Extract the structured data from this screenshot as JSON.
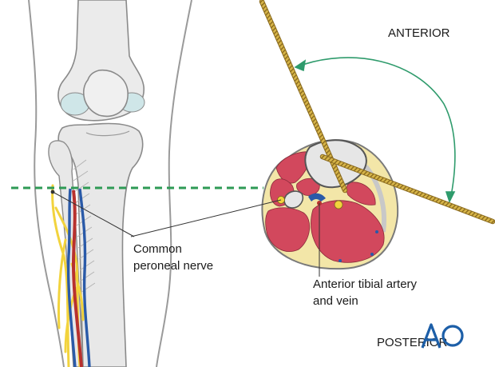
{
  "labels": {
    "anterior": "ANTERIOR",
    "posterior": "POSTERIOR",
    "common_peroneal_nerve": [
      "Common",
      "peroneal nerve"
    ],
    "anterior_tibial_artery_vein": [
      "Anterior tibial artery",
      "and vein"
    ]
  },
  "logo": {
    "text": "AO",
    "color": "#1d5fa8"
  },
  "colors": {
    "bone_fill": "#e6e6e6",
    "bone_outline": "#8a8a8a",
    "cartilage": "#cfe6e8",
    "muscle": "#d2485d",
    "fat": "#f3e6a8",
    "nerve": "#f2d33d",
    "artery": "#b8312e",
    "vein": "#2a5aa8",
    "section_line": "#2e9a55",
    "rotation_arrow": "#2f9b6c",
    "wire": "#c6a43d"
  },
  "icons": [
    "wire-pointer",
    "rotation-arrow",
    "section-plane-line"
  ]
}
